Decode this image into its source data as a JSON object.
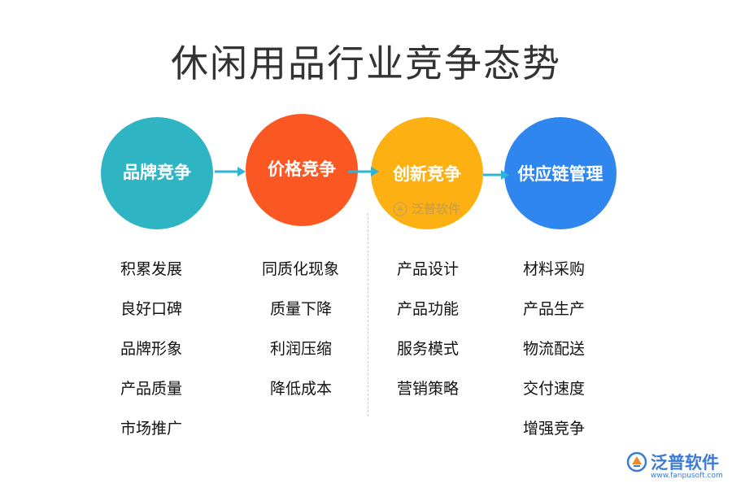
{
  "title": "休闲用品行业竞争态势",
  "stages": [
    {
      "label": "品牌竞争",
      "color": "#2fb4c4",
      "items": [
        "积累发展",
        "良好口碑",
        "品牌形象",
        "产品质量",
        "市场推广"
      ]
    },
    {
      "label": "价格竞争",
      "color": "#fb5722",
      "items": [
        "同质化现象",
        "质量下降",
        "利润压缩",
        "降低成本"
      ]
    },
    {
      "label": "创新竞争",
      "color": "#fdb012",
      "items": [
        "产品设计",
        "产品功能",
        "服务模式",
        "营销策略"
      ]
    },
    {
      "label": "供应链管理",
      "color": "#2f86ef",
      "items": [
        "材料采购",
        "产品生产",
        "物流配送",
        "交付速度",
        "增强竞争"
      ]
    }
  ],
  "arrow_color": "#2fb4d6",
  "watermark": {
    "text": "泛普软件",
    "icon": "fanpu-logo-icon"
  },
  "logo": {
    "text": "泛普软件",
    "url": "www.fanpusoft.com",
    "icon": "fanpu-logo-icon"
  }
}
